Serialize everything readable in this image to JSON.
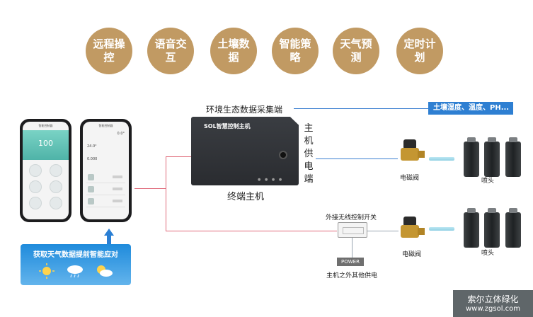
{
  "features": [
    "远程操控",
    "语音交互",
    "土壤数据",
    "智能策略",
    "天气预测",
    "定时计划"
  ],
  "phone1": {
    "title": "智能控制器",
    "value": "100"
  },
  "phone2": {
    "title": "智能控制器",
    "values": [
      "0.0°",
      "24.0°",
      "0.000"
    ]
  },
  "weather_card": {
    "text": "获取天气数据提前智能应对"
  },
  "data_collection_label": "环境生态数据采集端",
  "sensor_tag": "土壤湿度、温度、PH...",
  "controller": {
    "brand": "SOL智慧控制主机",
    "label": "终端主机"
  },
  "vertical_label": [
    "主",
    "机",
    "供",
    "电",
    "端"
  ],
  "valve_label_top": "电磁阀",
  "nozzle_label_top": "喷头",
  "external_switch_label": "外接无线控制开关",
  "power_label": "POWER",
  "external_power_label": "主机之外其他供电",
  "valve_label_bottom": "电磁阀",
  "nozzle_label_bottom": "喷头",
  "watermark": {
    "line1": "索尔立体绿化",
    "line2": "www.zgsol.com"
  },
  "colors": {
    "gold": "#c19a63",
    "blue": "#2e7fd2",
    "line_pink": "#e06a7a"
  }
}
